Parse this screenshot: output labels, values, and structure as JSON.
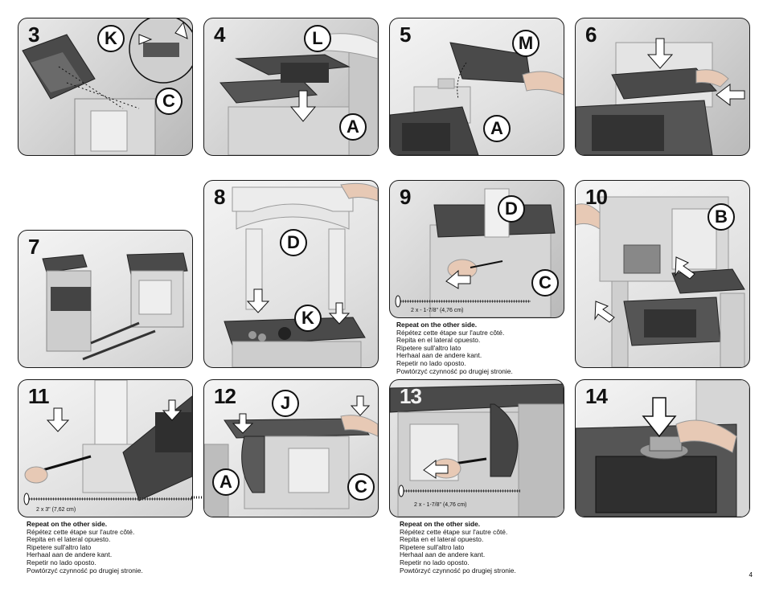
{
  "steps": {
    "s3": {
      "num": "3",
      "letters": [
        "K",
        "C"
      ]
    },
    "s4": {
      "num": "4",
      "letters": [
        "L",
        "A"
      ]
    },
    "s5": {
      "num": "5",
      "letters": [
        "M",
        "A"
      ]
    },
    "s6": {
      "num": "6",
      "letters": []
    },
    "s7": {
      "num": "7",
      "letters": []
    },
    "s8": {
      "num": "8",
      "letters": [
        "D",
        "K"
      ]
    },
    "s9": {
      "num": "9",
      "letters": [
        "D",
        "C"
      ],
      "screw": "2 x - 1-7/8\" (4,76 cm)"
    },
    "s10": {
      "num": "10",
      "letters": [
        "B"
      ]
    },
    "s11": {
      "num": "11",
      "letters": [],
      "screw": "2 x 3\" (7,62 cm)"
    },
    "s12": {
      "num": "12",
      "letters": [
        "J",
        "A",
        "C"
      ]
    },
    "s13": {
      "num": "13",
      "letters": [],
      "screw": "2 x - 1-7/8\" (4,76 cm)"
    },
    "s14": {
      "num": "14",
      "letters": []
    }
  },
  "repeat_note": {
    "en": "Repeat on the other side.",
    "fr": "Répétez cette étape sur l'autre côté.",
    "es": "Repita en el lateral opuesto.",
    "it": "Ripetere sull'altro lato",
    "nl": "Herhaal aan de andere kant.",
    "pt": "Repetir no lado oposto.",
    "pl": "Powtórzyć czynność po drugiej stronie."
  },
  "page_number": "4"
}
